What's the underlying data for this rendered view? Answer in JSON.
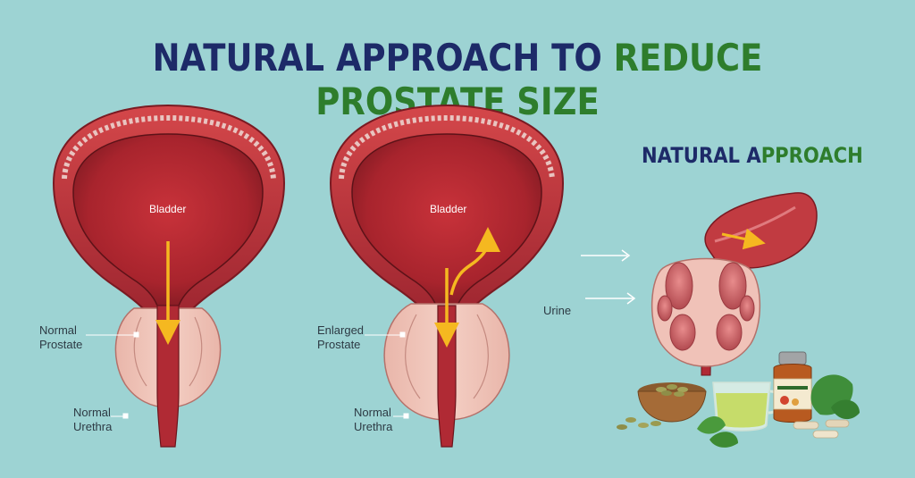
{
  "title": {
    "part1": "NATURAL APPROACH TO ",
    "part2": "REDUCE PROSTATE SIZE"
  },
  "subtitle": {
    "part1": "NATURAL A",
    "part2": "PPROACH"
  },
  "left_diagram": {
    "bladder_label": "Bladder",
    "prostate_label": [
      "Normal",
      "Prostate"
    ],
    "urethra_label": [
      "Normal",
      "Urethra"
    ]
  },
  "middle_diagram": {
    "bladder_label": "Bladder",
    "prostate_label": [
      "Enlarged",
      "Prostate"
    ],
    "urethra_label": [
      "Normal",
      "Urethra"
    ]
  },
  "right_diagram": {
    "urine_label": "Urine"
  },
  "colors": {
    "background": "#9dd3d3",
    "title_dark": "#1d2a68",
    "title_green": "#2e7d2c",
    "flow_arrow": "#f5b820"
  }
}
